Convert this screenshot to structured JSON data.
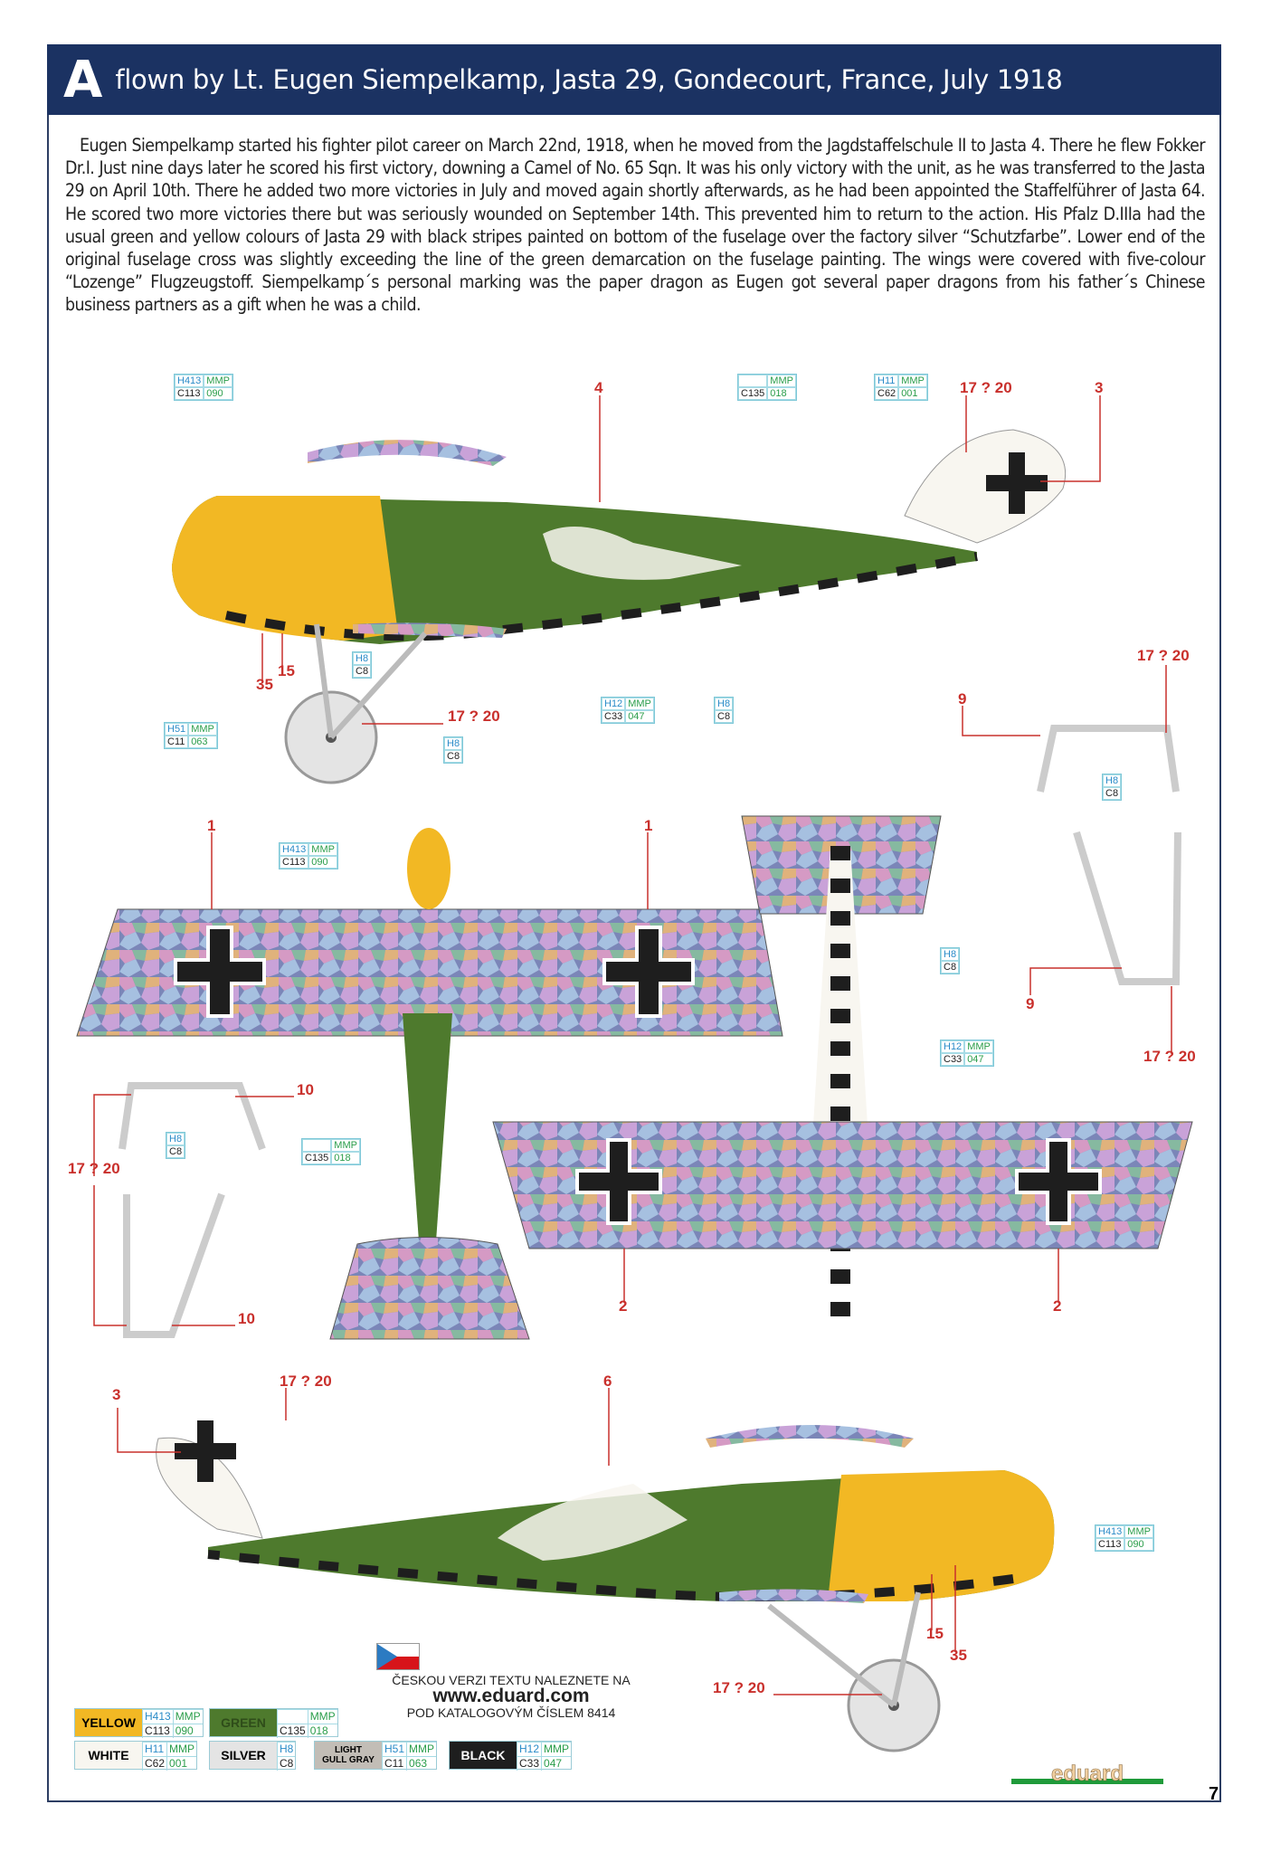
{
  "header": {
    "letter": "A",
    "title": "flown by Lt. Eugen Siempelkamp, Jasta 29, Gondecourt, France, July 1918"
  },
  "description": "Eugen Siempelkamp started his fighter pilot career on March 22nd, 1918, when he moved from the Jagdstaffelschule II to Jasta 4. There he flew Fokker Dr.I. Just nine days later he scored his first victory, downing a Camel of No. 65 Sqn. It was his only victory with the unit, as he was transferred to the Jasta 29 on April 10th. There he added two more victories in July and moved again shortly afterwards, as he had been appointed the Staffelführer of Jasta 64. He scored two more victories there but was seriously wounded on September 14th. This prevented him to return to the action. His Pfalz D.IIIa had the usual green and yellow colours of Jasta 29 with black stripes painted on bottom of the fuselage over the factory silver “Schutzfarbe”. Lower end of the original fuselage cross was slightly exceeding the line of the green demarcation on the fuselage painting. The wings were covered with five-colour “Lozenge” Flugzeugstoff. Siempelkamp´s personal marking was the paper dragon as Eugen got several paper dragons from his father´s Chinese business partners as a gift when he was a child.",
  "codes": {
    "yellow": {
      "h": "H413",
      "m": "MMP",
      "c": "C113",
      "n": "090"
    },
    "green": {
      "h": "",
      "m": "MMP",
      "c": "C135",
      "n": "018"
    },
    "white": {
      "h": "H11",
      "m": "MMP",
      "c": "C62",
      "n": "001"
    },
    "silver": {
      "h": "H8",
      "c": "C8"
    },
    "gray": {
      "h": "H51",
      "m": "MMP",
      "c": "C11",
      "n": "063"
    },
    "black": {
      "h": "H12",
      "m": "MMP",
      "c": "C33",
      "n": "047"
    }
  },
  "callouts": {
    "n1": "1",
    "n2": "2",
    "n3": "3",
    "n4": "4",
    "n6": "6",
    "n9": "9",
    "n10": "10",
    "n15": "15",
    "n35": "35",
    "n17": "17 ? 20"
  },
  "czech": {
    "line1": "ČESKOU VERZI TEXTU NALEZNETE NA",
    "url": "www.eduard.com",
    "line2": "POD KATALOGOVÝM ČÍSLEM 8414"
  },
  "legend": {
    "yellow": "YELLOW",
    "green": "GREEN",
    "white": "WHITE",
    "silver": "SILVER",
    "gray": "LIGHT GULL GRAY",
    "black": "BLACK"
  },
  "colors": {
    "yellow": "#f2b824",
    "green": "#4e7a2d",
    "white": "#f8f6f0",
    "silver": "#e4e4e4",
    "gray": "#c2bdb6",
    "black": "#1e1e1e",
    "navy": "#1b3262",
    "red": "#c9302c"
  },
  "logo": "eduard",
  "page_number": "7"
}
